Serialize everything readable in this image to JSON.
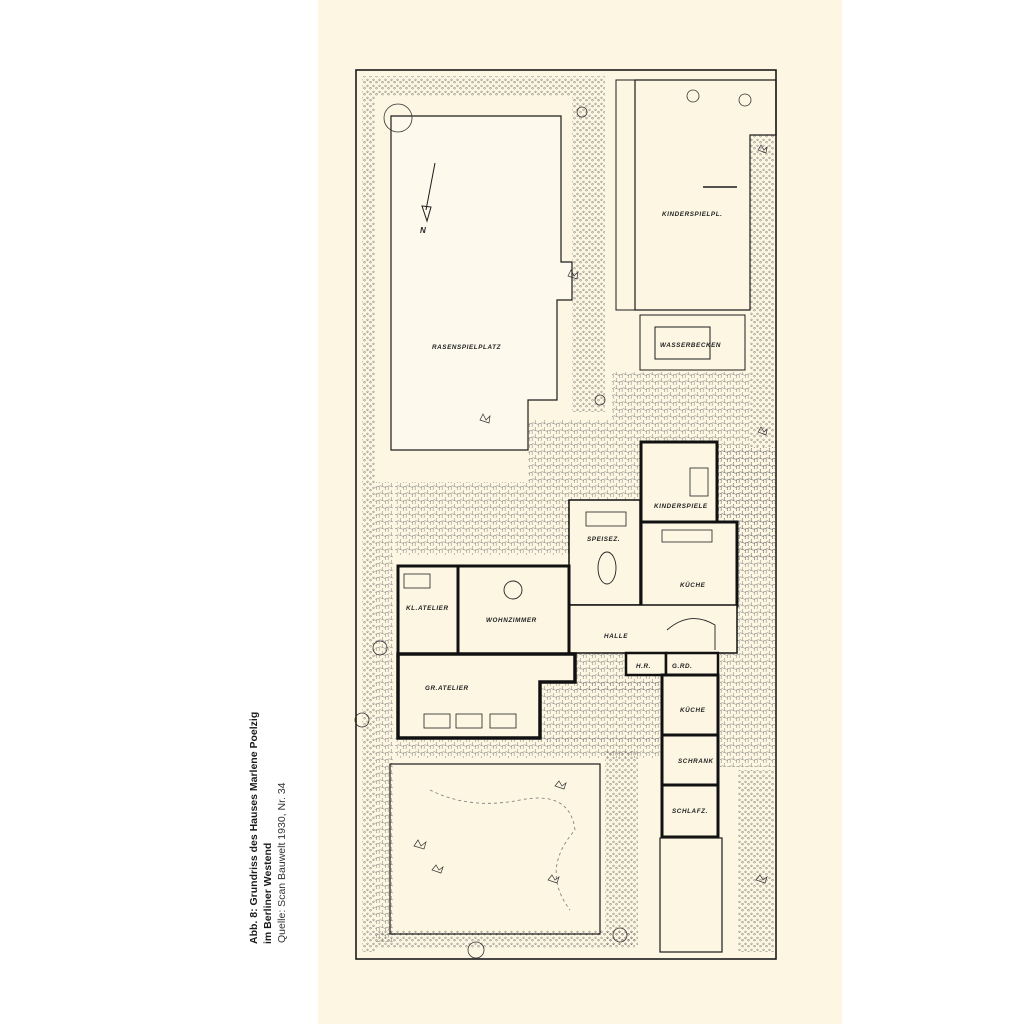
{
  "caption": {
    "line1": "Abb. 8: Grundriss des Hauses Marlene Poelzig",
    "line2": "im Berliner Westend",
    "source": "Quelle: Scan Bauwelt 1930, Nr. 34"
  },
  "plan": {
    "north": "N",
    "rooms": {
      "rasenspielplatz": "RASENSPIELPLATZ",
      "kinderspielplatz": "KINDERSPIELPL.",
      "wasserbecken": "WASSERBECKEN",
      "kinderspiele": "KINDERSPIELE",
      "speisez": "SPEISEZ.",
      "kueche": "KÜCHE",
      "kl_atelier": "KL.ATELIER",
      "wohnzimmer": "WOHNZIMMER",
      "halle": "HALLE",
      "hr": "H.R.",
      "garderobe": "G.RD.",
      "gr_atelier": "GR.ATELIER",
      "kueche2": "KÜCHE",
      "schrank": "SCHRANK",
      "schlafz": "SCHLAFZ."
    }
  },
  "colors": {
    "paper": "#fcf6e3",
    "ink": "#1c1c1c"
  }
}
